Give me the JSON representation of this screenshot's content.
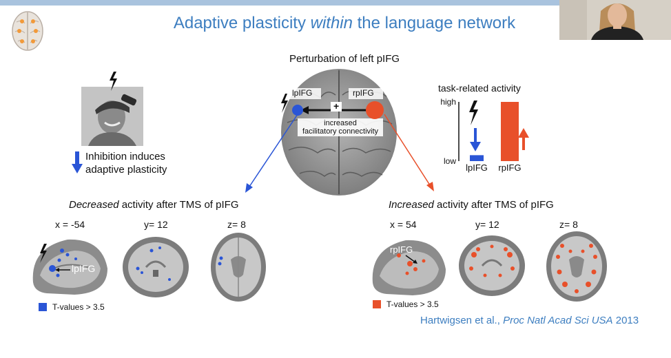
{
  "slide": {
    "title_pre": "Adaptive plasticity ",
    "title_em": "within",
    "title_post": " the language network",
    "perturbation_label": "Perturbation of left pIFG",
    "inhibition_line1": "Inhibition induces",
    "inhibition_line2": "adaptive plasticity",
    "connectivity": {
      "left_node": "lpIFG",
      "right_node": "rpIFG",
      "plus": "+",
      "note_line1": "increased",
      "note_line2": "facilitatory connectivity"
    },
    "task_chart_title": "task-related activity",
    "decreased_em": "Decreased",
    "decreased_rest": " activity after TMS of pIFG",
    "increased_em": "Increased",
    "increased_rest": " activity after TMS of pIFG",
    "left_coords": [
      "x = -54",
      "y= 12",
      "z= 8"
    ],
    "right_coords": [
      "x = 54",
      "y= 12",
      "z= 8"
    ],
    "left_scan_label": "lpIFG",
    "right_scan_label": "rpIFG",
    "legend_left": "T-values > 3.5",
    "legend_right": "T-values > 3.5",
    "citation_authors": "Hartwigsen et al., ",
    "citation_journal": "Proc Natl Acad Sci USA",
    "citation_year": " 2013",
    "colors": {
      "title": "#3d7ec0",
      "left": "#2a55d6",
      "right": "#e8502a"
    }
  },
  "chart_data": {
    "type": "bar",
    "title": "task-related activity",
    "categories": [
      "lpIFG",
      "rpIFG"
    ],
    "values": [
      0.1,
      1.0
    ],
    "yticklabels": [
      "low",
      "high"
    ],
    "ylim": [
      0,
      1
    ],
    "colors": [
      "#2a55d6",
      "#e8502a"
    ]
  }
}
